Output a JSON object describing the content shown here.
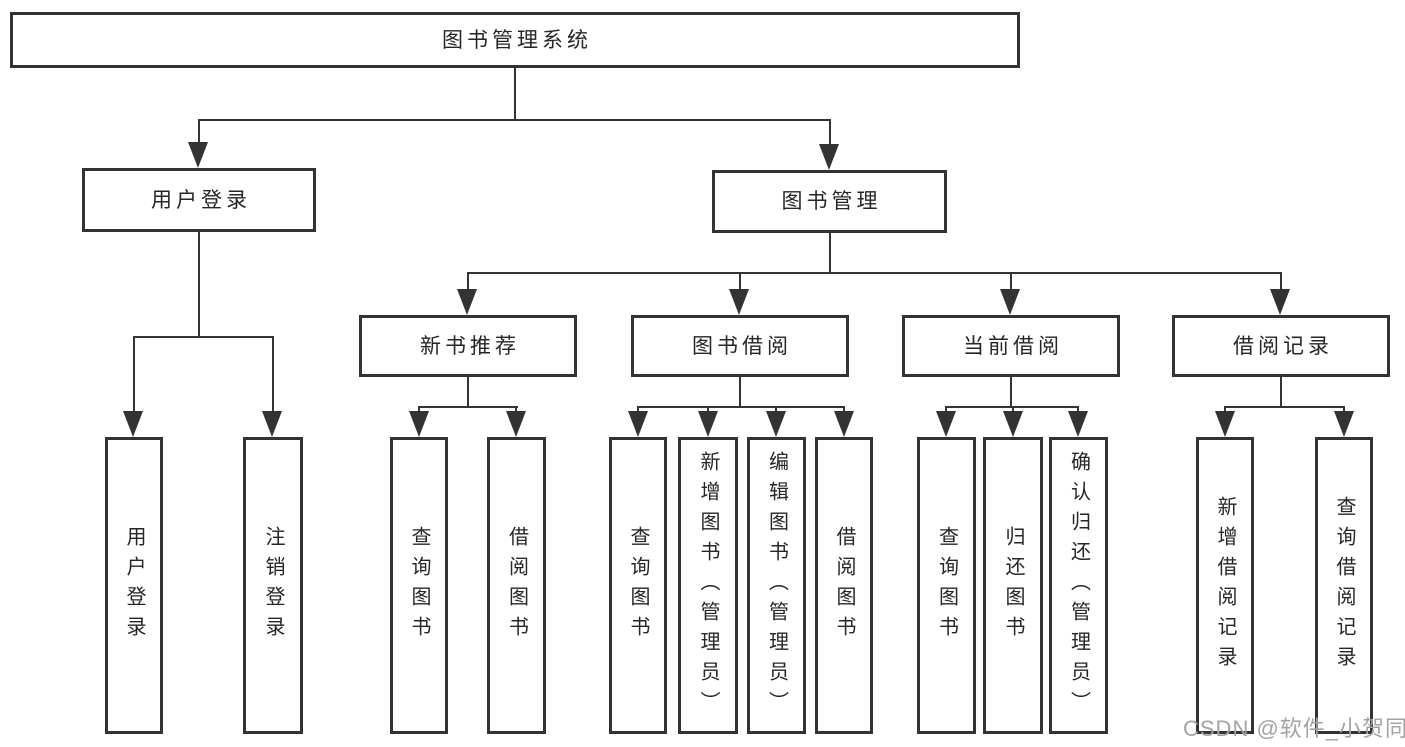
{
  "colors": {
    "line": "#333333",
    "text": "#262626",
    "watermark": "#a3a3a3"
  },
  "tree": {
    "root": "图书管理系统",
    "branches": [
      {
        "label": "用户登录",
        "children": [
          {
            "label": "用户登录"
          },
          {
            "label": "注销登录"
          }
        ]
      },
      {
        "label": "图书管理",
        "children": [
          {
            "label": "新书推荐",
            "children": [
              {
                "label": "查询图书"
              },
              {
                "label": "借阅图书"
              }
            ]
          },
          {
            "label": "图书借阅",
            "children": [
              {
                "label": "查询图书"
              },
              {
                "label": "新增图书（管理员）"
              },
              {
                "label": "编辑图书（管理员）"
              },
              {
                "label": "借阅图书"
              }
            ]
          },
          {
            "label": "当前借阅",
            "children": [
              {
                "label": "查询图书"
              },
              {
                "label": "归还图书"
              },
              {
                "label": "确认归还（管理员）"
              }
            ]
          },
          {
            "label": "借阅记录",
            "children": [
              {
                "label": "新增借阅记录"
              },
              {
                "label": "查询借阅记录"
              }
            ]
          }
        ]
      }
    ]
  },
  "watermark": {
    "text": "CSDN @软件_小贺同学"
  }
}
